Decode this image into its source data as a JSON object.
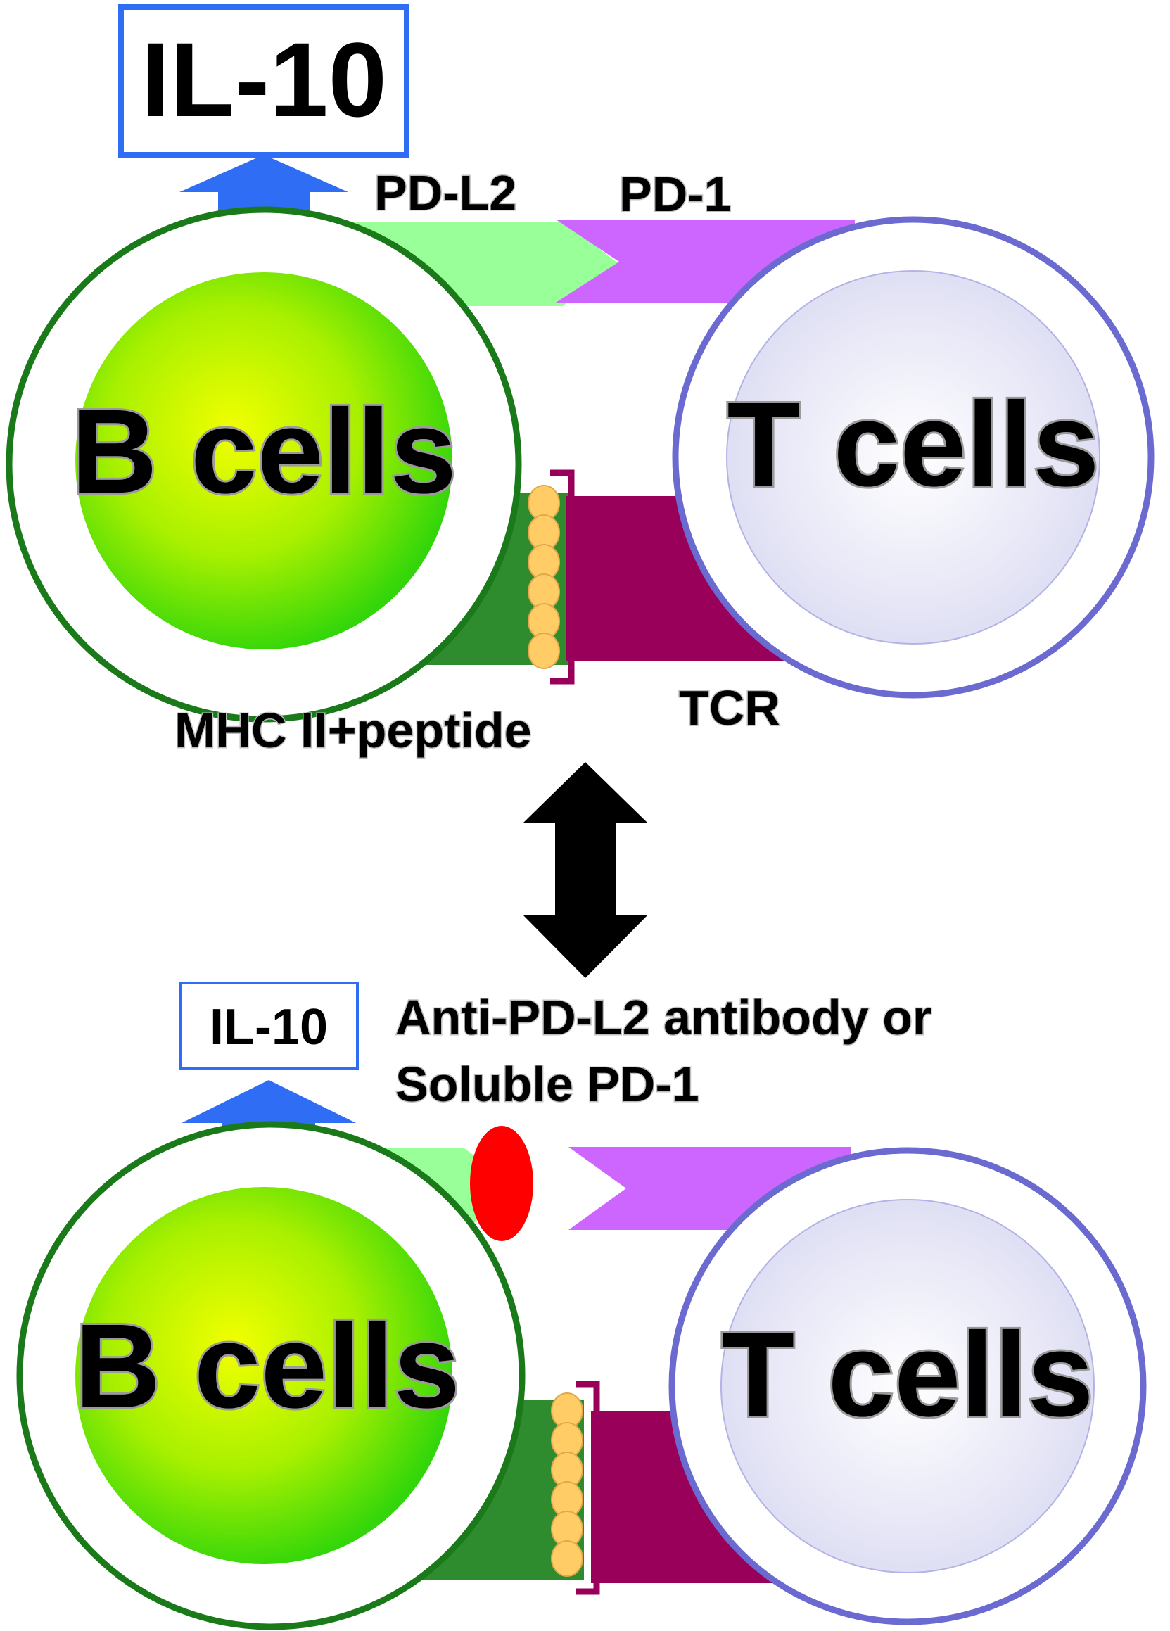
{
  "top_panel": {
    "il10_label": "IL-10",
    "pdl2_label": "PD-L2",
    "pd1_label": "PD-1",
    "b_cell_label": "B cells",
    "t_cell_label": "T cells",
    "mhc_label": "MHC II+peptide",
    "tcr_label": "TCR"
  },
  "bottom_panel": {
    "il10_label": "IL-10",
    "blocker_label_line1": "Anti-PD-L2 antibody or",
    "blocker_label_line2": "Soluble PD-1",
    "b_cell_label": "B cells",
    "t_cell_label": "T cells"
  },
  "colors": {
    "b_cell_outline": "#1a7a1a",
    "b_cell_fill_center": "#f2ff00",
    "b_cell_fill_edge": "#33d60a",
    "t_cell_outline": "#6a6ad0",
    "t_cell_fill": "#ececf8",
    "pdl2": "#99ff99",
    "pd1": "#cc66ff",
    "il10_arrow": "#2f6df5",
    "mhc": "#2e8b2e",
    "tcr": "#99005a",
    "peptide": "#ffcc66",
    "blocker": "#ff0000",
    "double_arrow": "#000000"
  },
  "icons": [
    "il10-secretion-arrow-icon",
    "double-headed-arrow-icon",
    "blocking-ellipse-icon"
  ]
}
